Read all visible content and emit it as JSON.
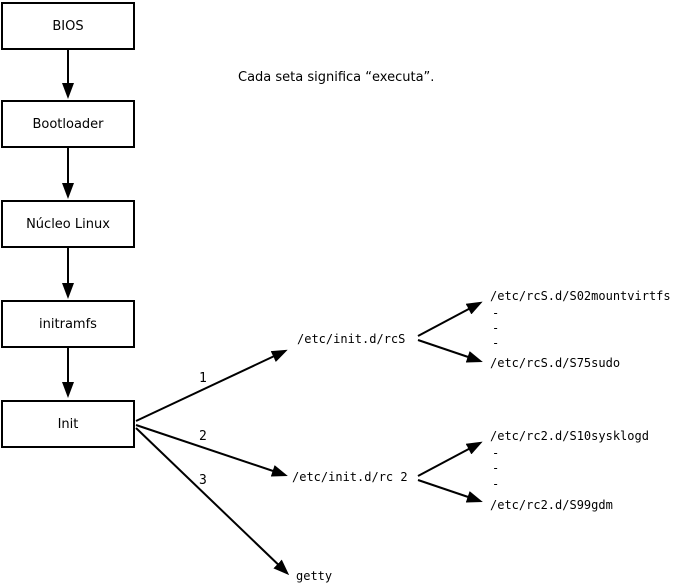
{
  "note": "Cada seta significa “executa”.",
  "boot_chain": [
    {
      "label": "BIOS"
    },
    {
      "label": "Bootloader"
    },
    {
      "label": "Núcleo Linux"
    },
    {
      "label": "initramfs"
    },
    {
      "label": "Init"
    }
  ],
  "init_branches": [
    {
      "number": "1",
      "target": "/etc/init.d/rcS"
    },
    {
      "number": "2",
      "target": "/etc/init.d/rc 2"
    },
    {
      "number": "3",
      "target": "getty"
    }
  ],
  "rcS_scripts": {
    "first": "/etc/rcS.d/S02mountvirtfs",
    "dots": [
      "-",
      "-",
      "-"
    ],
    "last": "/etc/rcS.d/S75sudo"
  },
  "rc2_scripts": {
    "first": "/etc/rc2.d/S10sysklogd",
    "dots": [
      "-",
      "-",
      "-"
    ],
    "last": "/etc/rc2.d/S99gdm"
  },
  "colors": {
    "background": "#ffffff",
    "line": "#000000",
    "text": "#000000"
  }
}
